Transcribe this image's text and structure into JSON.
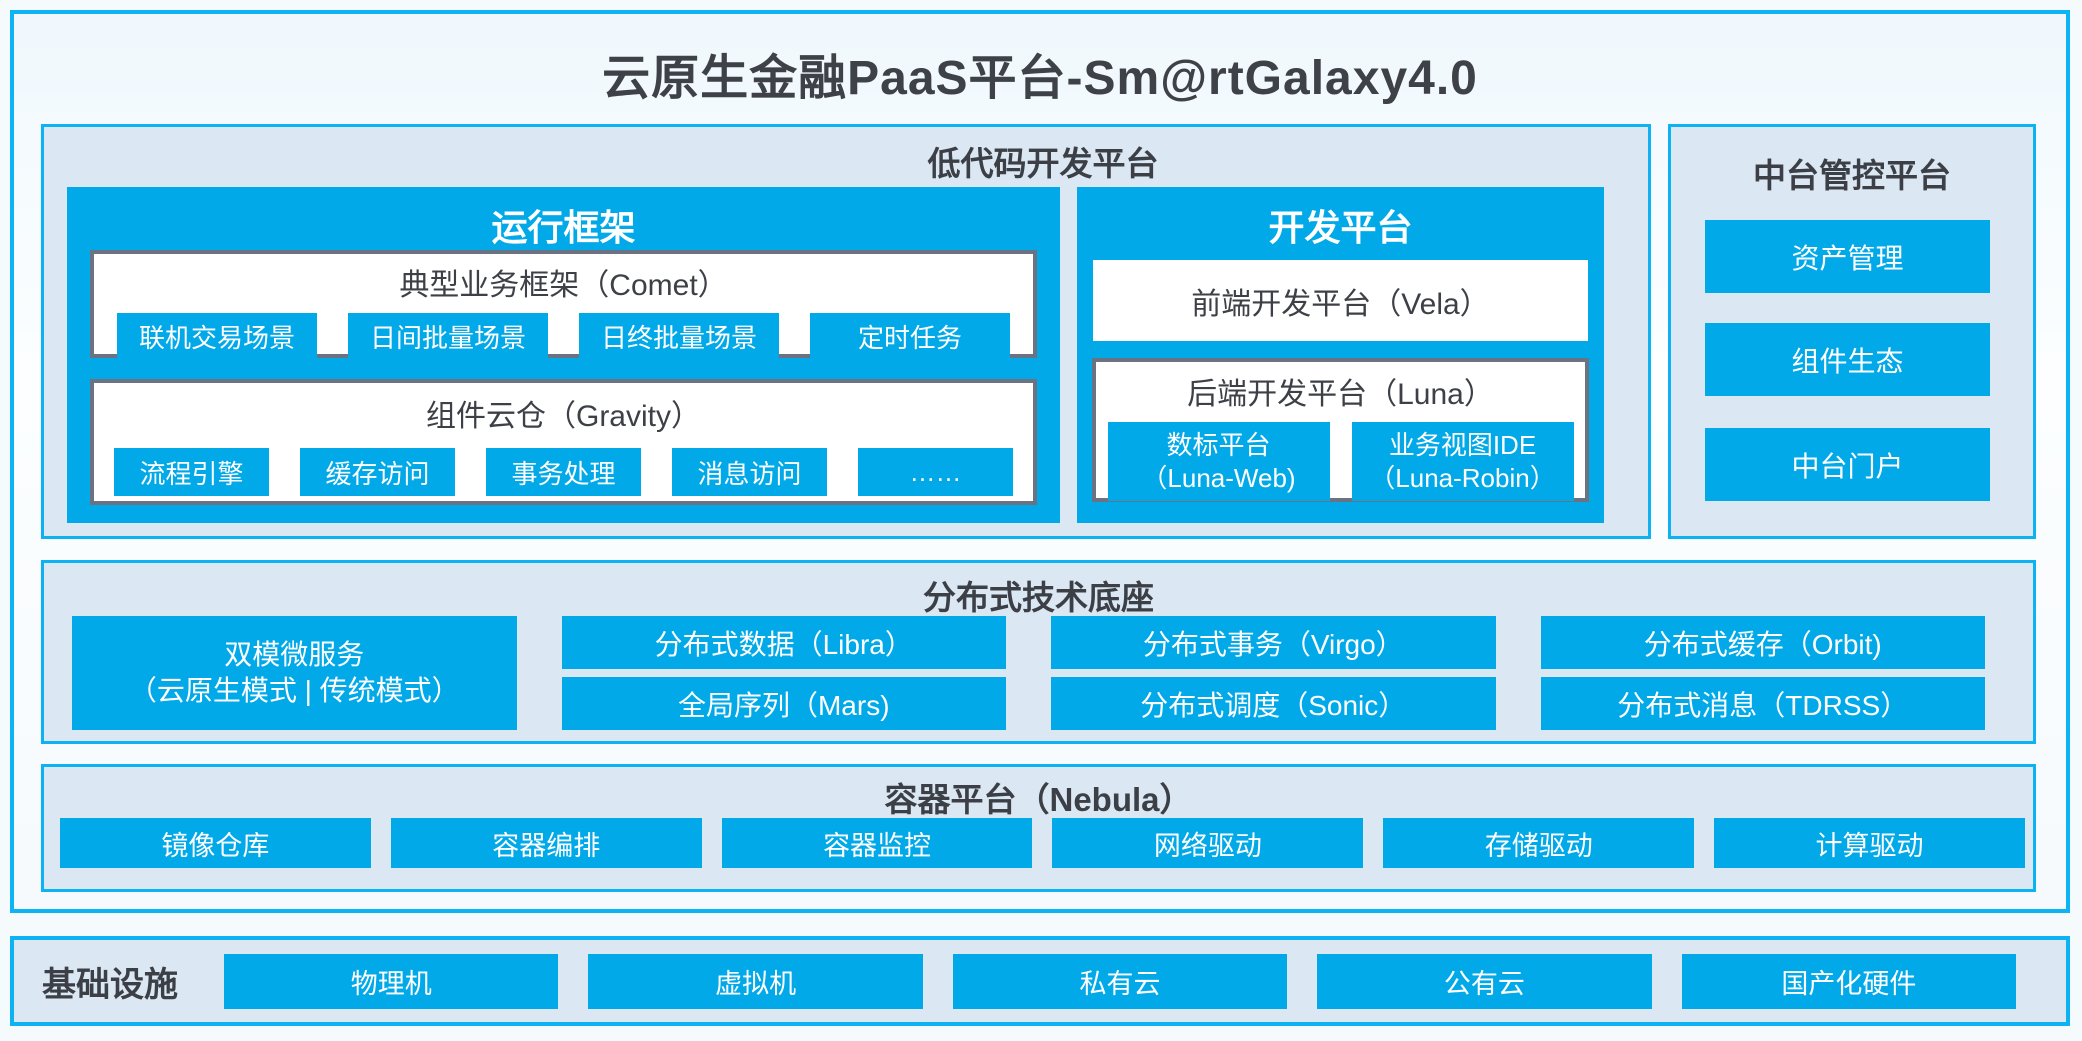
{
  "title": "云原生金融PaaS平台-Sm@rtGalaxy4.0",
  "colors": {
    "accent_blue": "#02a9e9",
    "border_cyan": "#0db2f2",
    "panel_bg": "#dbe8f4",
    "dark_box_border": "#6b7383",
    "dark_text": "#3d4046"
  },
  "low_code": {
    "header": "低代码开发平台",
    "runtime": {
      "title": "运行框架",
      "comet": {
        "title": "典型业务框架（Comet）",
        "items": [
          "联机交易场景",
          "日间批量场景",
          "日终批量场景",
          "定时任务"
        ]
      },
      "gravity": {
        "title": "组件云仓（Gravity）",
        "items": [
          "流程引擎",
          "缓存访问",
          "事务处理",
          "消息访问",
          "……"
        ]
      }
    },
    "dev": {
      "title": "开发平台",
      "vela": "前端开发平台（Vela）",
      "luna": {
        "title": "后端开发平台（Luna）",
        "items": [
          {
            "line1": "数标平台",
            "line2": "（Luna-Web)"
          },
          {
            "line1": "业务视图IDE",
            "line2": "（Luna-Robin）"
          }
        ]
      }
    }
  },
  "mid_platform": {
    "header": "中台管控平台",
    "items": [
      "资产管理",
      "组件生态",
      "中台门户"
    ]
  },
  "distributed": {
    "header": "分布式技术底座",
    "dual_mode": {
      "line1": "双模微服务",
      "line2": "（云原生模式 | 传统模式）"
    },
    "columns": [
      [
        "分布式数据（Libra）",
        "全局序列（Mars)"
      ],
      [
        "分布式事务（Virgo）",
        "分布式调度（Sonic）"
      ],
      [
        "分布式缓存（Orbit)",
        "分布式消息（TDRSS）"
      ]
    ]
  },
  "container_platform": {
    "header": "容器平台（Nebula）",
    "items": [
      "镜像仓库",
      "容器编排",
      "容器监控",
      "网络驱动",
      "存储驱动",
      "计算驱动"
    ]
  },
  "infrastructure": {
    "header": "基础设施",
    "items": [
      "物理机",
      "虚拟机",
      "私有云",
      "公有云",
      "国产化硬件"
    ]
  }
}
